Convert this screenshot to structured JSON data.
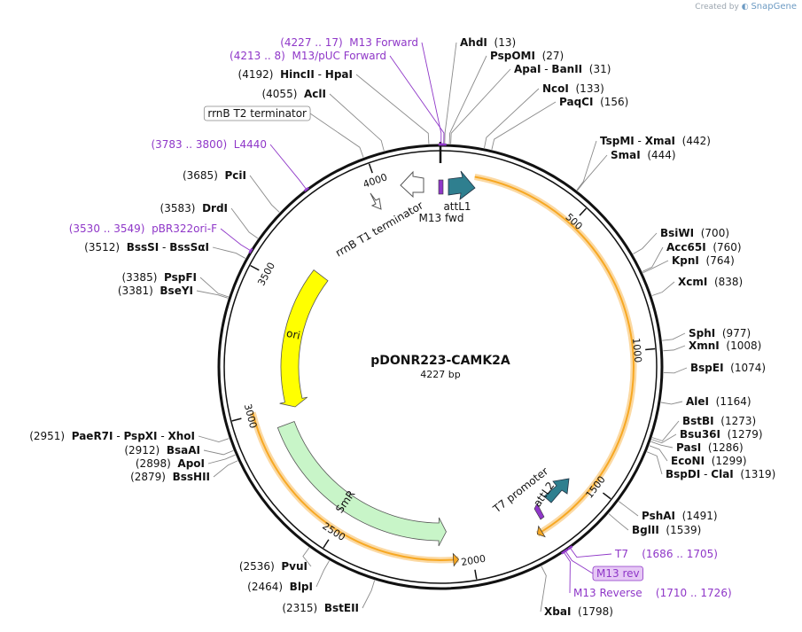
{
  "credit": {
    "prefix": "Created by",
    "brand": "SnapGene"
  },
  "plasmid": {
    "name": "pDONR223-CAMK2A",
    "size_label": "4227 bp",
    "length": 4227
  },
  "colors": {
    "backbone": "#111111",
    "purple_label": "#8f37c8",
    "primer": "#8f37c8",
    "attL": "#2f7f8f",
    "ori": "#ffff00",
    "smr": "#c8f5c8",
    "orf": "#f7a823"
  },
  "ticks": [
    {
      "bp": 500,
      "label": "500"
    },
    {
      "bp": 1000,
      "label": "1000"
    },
    {
      "bp": 1500,
      "label": "1500"
    },
    {
      "bp": 2000,
      "label": "2000"
    },
    {
      "bp": 2500,
      "label": "2500"
    },
    {
      "bp": 3000,
      "label": "3000"
    },
    {
      "bp": 3500,
      "label": "3500"
    },
    {
      "bp": 4000,
      "label": "4000"
    }
  ],
  "sites": [
    {
      "id": "m13fwd",
      "bp": 2,
      "color": "purple",
      "parts": [
        {
          "t": "(4227 .. 17)  ",
          "b": false
        },
        {
          "t": "M13 Forward",
          "b": false
        }
      ],
      "side": "left"
    },
    {
      "id": "m13puc",
      "bp": 10,
      "color": "purple",
      "parts": [
        {
          "t": "(4213 .. 8)  ",
          "b": false
        },
        {
          "t": "M13/pUC Forward",
          "b": false
        }
      ],
      "side": "left"
    },
    {
      "id": "ahdi",
      "bp": 13,
      "parts": [
        {
          "t": "AhdI",
          "b": true
        },
        {
          "t": "  (13)",
          "b": false
        }
      ],
      "side": "right"
    },
    {
      "id": "pspomi",
      "bp": 27,
      "parts": [
        {
          "t": "PspOMI",
          "b": true
        },
        {
          "t": "  (27)",
          "b": false
        }
      ],
      "side": "right"
    },
    {
      "id": "apai",
      "bp": 31,
      "parts": [
        {
          "t": "ApaI",
          "b": true
        },
        {
          "t": " - ",
          "b": false
        },
        {
          "t": "BanII",
          "b": true
        },
        {
          "t": "  (31)",
          "b": false
        }
      ],
      "side": "right"
    },
    {
      "id": "ncoi",
      "bp": 133,
      "parts": [
        {
          "t": "NcoI",
          "b": true
        },
        {
          "t": "  (133)",
          "b": false
        }
      ],
      "side": "right"
    },
    {
      "id": "paqci",
      "bp": 156,
      "parts": [
        {
          "t": "PaqCI",
          "b": true
        },
        {
          "t": "  (156)",
          "b": false
        }
      ],
      "side": "right"
    },
    {
      "id": "tspmi",
      "bp": 442,
      "parts": [
        {
          "t": "TspMI",
          "b": true
        },
        {
          "t": " - ",
          "b": false
        },
        {
          "t": "XmaI",
          "b": true
        },
        {
          "t": "  (442)",
          "b": false
        }
      ],
      "side": "right"
    },
    {
      "id": "smai",
      "bp": 444,
      "parts": [
        {
          "t": "SmaI",
          "b": true
        },
        {
          "t": "  (444)",
          "b": false
        }
      ],
      "side": "right"
    },
    {
      "id": "bsiwi",
      "bp": 700,
      "parts": [
        {
          "t": "BsiWI",
          "b": true
        },
        {
          "t": "  (700)",
          "b": false
        }
      ],
      "side": "right"
    },
    {
      "id": "acc65i",
      "bp": 760,
      "parts": [
        {
          "t": "Acc65I",
          "b": true
        },
        {
          "t": "  (760)",
          "b": false
        }
      ],
      "side": "right"
    },
    {
      "id": "kpni",
      "bp": 764,
      "parts": [
        {
          "t": "KpnI",
          "b": true
        },
        {
          "t": "  (764)",
          "b": false
        }
      ],
      "side": "right"
    },
    {
      "id": "xcmi",
      "bp": 838,
      "parts": [
        {
          "t": "XcmI",
          "b": true
        },
        {
          "t": "  (838)",
          "b": false
        }
      ],
      "side": "right"
    },
    {
      "id": "sphi",
      "bp": 977,
      "parts": [
        {
          "t": "SphI",
          "b": true
        },
        {
          "t": "  (977)",
          "b": false
        }
      ],
      "side": "right"
    },
    {
      "id": "xmni",
      "bp": 1008,
      "parts": [
        {
          "t": "XmnI",
          "b": true
        },
        {
          "t": "  (1008)",
          "b": false
        }
      ],
      "side": "right"
    },
    {
      "id": "bspei",
      "bp": 1074,
      "parts": [
        {
          "t": "BspEI",
          "b": true
        },
        {
          "t": "  (1074)",
          "b": false
        }
      ],
      "side": "right"
    },
    {
      "id": "alei",
      "bp": 1164,
      "parts": [
        {
          "t": "AleI",
          "b": true
        },
        {
          "t": "  (1164)",
          "b": false
        }
      ],
      "side": "right"
    },
    {
      "id": "bstbi",
      "bp": 1273,
      "parts": [
        {
          "t": "BstBI",
          "b": true
        },
        {
          "t": "  (1273)",
          "b": false
        }
      ],
      "side": "right"
    },
    {
      "id": "bsu36i",
      "bp": 1279,
      "parts": [
        {
          "t": "Bsu36I",
          "b": true
        },
        {
          "t": "  (1279)",
          "b": false
        }
      ],
      "side": "right"
    },
    {
      "id": "pasi",
      "bp": 1286,
      "parts": [
        {
          "t": "PasI",
          "b": true
        },
        {
          "t": "  (1286)",
          "b": false
        }
      ],
      "side": "right"
    },
    {
      "id": "econi",
      "bp": 1299,
      "parts": [
        {
          "t": "EcoNI",
          "b": true
        },
        {
          "t": "  (1299)",
          "b": false
        }
      ],
      "side": "right"
    },
    {
      "id": "bspdi",
      "bp": 1319,
      "parts": [
        {
          "t": "BspDI",
          "b": true
        },
        {
          "t": " - ",
          "b": false
        },
        {
          "t": "ClaI",
          "b": true
        },
        {
          "t": "  (1319)",
          "b": false
        }
      ],
      "side": "right"
    },
    {
      "id": "pshai",
      "bp": 1491,
      "parts": [
        {
          "t": "PshAI",
          "b": true
        },
        {
          "t": "  (1491)",
          "b": false
        }
      ],
      "side": "right"
    },
    {
      "id": "bglii",
      "bp": 1539,
      "parts": [
        {
          "t": "BglII",
          "b": true
        },
        {
          "t": "  (1539)",
          "b": false
        }
      ],
      "side": "right"
    },
    {
      "id": "t7",
      "bp": 1695,
      "color": "purple",
      "parts": [
        {
          "t": "T7",
          "b": false
        },
        {
          "t": "    (1686 .. 1705)",
          "b": false
        }
      ],
      "side": "right"
    },
    {
      "id": "m13rev_box",
      "bp": 1712,
      "color": "purple",
      "boxed": true,
      "parts": [
        {
          "t": "M13 rev",
          "b": false
        }
      ],
      "side": "right"
    },
    {
      "id": "m13rev",
      "bp": 1718,
      "color": "purple",
      "parts": [
        {
          "t": "M13 Reverse",
          "b": false
        },
        {
          "t": "    (1710 .. 1726)",
          "b": false
        }
      ],
      "side": "right"
    },
    {
      "id": "xbai",
      "bp": 1798,
      "parts": [
        {
          "t": "XbaI",
          "b": true
        },
        {
          "t": "  (1798)",
          "b": false
        }
      ],
      "side": "right"
    },
    {
      "id": "bsteii",
      "bp": 2315,
      "parts": [
        {
          "t": "(2315)  ",
          "b": false
        },
        {
          "t": "BstEII",
          "b": true
        }
      ],
      "side": "left"
    },
    {
      "id": "blpi",
      "bp": 2464,
      "parts": [
        {
          "t": "(2464)  ",
          "b": false
        },
        {
          "t": "BlpI",
          "b": true
        }
      ],
      "side": "left"
    },
    {
      "id": "pvui",
      "bp": 2536,
      "parts": [
        {
          "t": "(2536)  ",
          "b": false
        },
        {
          "t": "PvuI",
          "b": true
        }
      ],
      "side": "left"
    },
    {
      "id": "bsshii",
      "bp": 2879,
      "parts": [
        {
          "t": "(2879)  ",
          "b": false
        },
        {
          "t": "BssHII",
          "b": true
        }
      ],
      "side": "left"
    },
    {
      "id": "apoi",
      "bp": 2898,
      "parts": [
        {
          "t": "(2898)  ",
          "b": false
        },
        {
          "t": "ApoI",
          "b": true
        }
      ],
      "side": "left"
    },
    {
      "id": "bsaai",
      "bp": 2912,
      "parts": [
        {
          "t": "(2912)  ",
          "b": false
        },
        {
          "t": "BsaAI",
          "b": true
        }
      ],
      "side": "left"
    },
    {
      "id": "paer7i",
      "bp": 2951,
      "parts": [
        {
          "t": "(2951)  ",
          "b": false
        },
        {
          "t": "PaeR7I",
          "b": true
        },
        {
          "t": " - ",
          "b": false
        },
        {
          "t": "PspXI",
          "b": true
        },
        {
          "t": " - ",
          "b": false
        },
        {
          "t": "XhoI",
          "b": true
        }
      ],
      "side": "left"
    },
    {
      "id": "bseyi",
      "bp": 3381,
      "parts": [
        {
          "t": "(3381)  ",
          "b": false
        },
        {
          "t": "BseYI",
          "b": true
        }
      ],
      "side": "left"
    },
    {
      "id": "pspfi",
      "bp": 3385,
      "parts": [
        {
          "t": "(3385)  ",
          "b": false
        },
        {
          "t": "PspFI",
          "b": true
        }
      ],
      "side": "left"
    },
    {
      "id": "bsssi",
      "bp": 3512,
      "parts": [
        {
          "t": "(3512)  ",
          "b": false
        },
        {
          "t": "BssSI",
          "b": true
        },
        {
          "t": " - ",
          "b": false
        },
        {
          "t": "BssSαI",
          "b": true
        }
      ],
      "side": "left"
    },
    {
      "id": "pbr322",
      "bp": 3540,
      "color": "purple",
      "parts": [
        {
          "t": "(3530 .. 3549)  ",
          "b": false
        },
        {
          "t": "pBR322ori-F",
          "b": false
        }
      ],
      "side": "left"
    },
    {
      "id": "drdi",
      "bp": 3583,
      "parts": [
        {
          "t": "(3583)  ",
          "b": false
        },
        {
          "t": "DrdI",
          "b": true
        }
      ],
      "side": "left"
    },
    {
      "id": "pcli",
      "bp": 3685,
      "parts": [
        {
          "t": "(3685)  ",
          "b": false
        },
        {
          "t": "PciI",
          "b": true
        }
      ],
      "side": "left"
    },
    {
      "id": "l4440",
      "bp": 3792,
      "color": "purple",
      "parts": [
        {
          "t": "(3783 .. 3800)  ",
          "b": false
        },
        {
          "t": "L4440",
          "b": false
        }
      ],
      "side": "left"
    },
    {
      "id": "rrnbt2",
      "bp": 3990,
      "boxed": true,
      "parts": [
        {
          "t": "rrnB T2 terminator",
          "b": false
        }
      ],
      "side": "left"
    },
    {
      "id": "acli",
      "bp": 4055,
      "parts": [
        {
          "t": "(4055)  ",
          "b": false
        },
        {
          "t": "AclI",
          "b": true
        }
      ],
      "side": "left"
    },
    {
      "id": "hincii",
      "bp": 4192,
      "parts": [
        {
          "t": "(4192)  ",
          "b": false
        },
        {
          "t": "HincII",
          "b": true
        },
        {
          "t": " - ",
          "b": false
        },
        {
          "t": "HpaI",
          "b": true
        }
      ],
      "side": "left"
    }
  ],
  "features": [
    {
      "id": "orf",
      "name": "",
      "start": 120,
      "end": 1760,
      "kind": "orf"
    },
    {
      "id": "orf2",
      "name": "",
      "start": 2050,
      "end": 3010,
      "kind": "orf_rev"
    },
    {
      "id": "ori",
      "name": "ori",
      "start": 3020,
      "end": 3610,
      "kind": "ori"
    },
    {
      "id": "smr",
      "name": "SmR",
      "start": 2120,
      "end": 2930,
      "kind": "smr"
    }
  ],
  "inner_labels": [
    {
      "id": "attl1",
      "text": "attL1"
    },
    {
      "id": "m13fwd_in",
      "text": "M13 fwd"
    },
    {
      "id": "rrnbt1",
      "text": "rrnB T1 terminator"
    },
    {
      "id": "t7prom",
      "text": "T7 promoter"
    },
    {
      "id": "attl2",
      "text": "attL2"
    }
  ]
}
